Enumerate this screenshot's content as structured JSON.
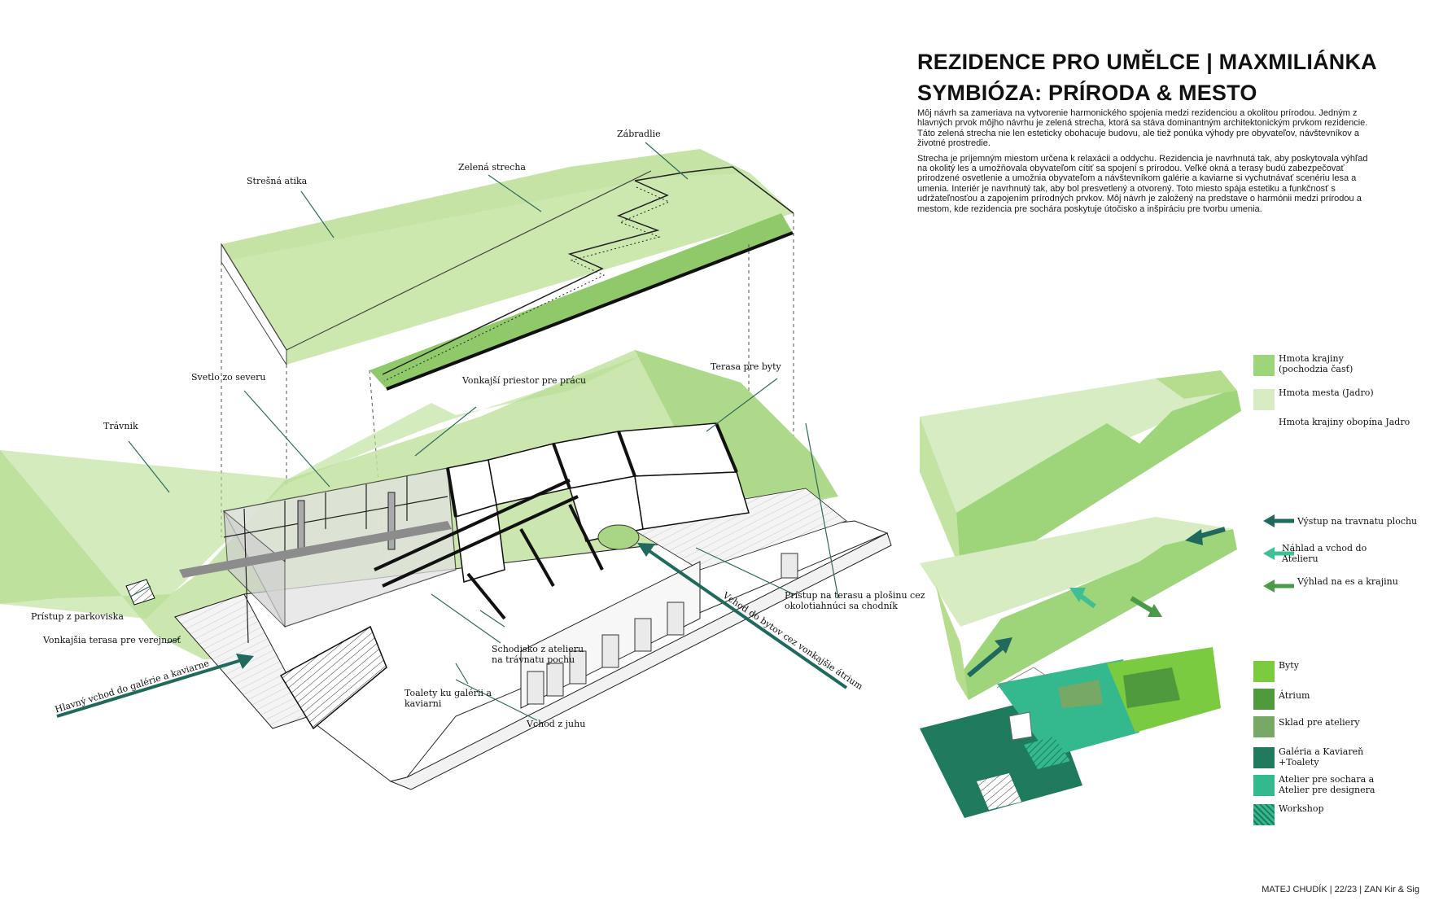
{
  "header": {
    "title_line1": "REZIDENCE PRO UMĚLCE | MAXMILIÁNKA",
    "title_line2": "SYMBIÓZA: PRÍRODA & MESTO"
  },
  "description": {
    "p1": "Môj návrh sa zameriava na vytvorenie harmonického spojenia medzi rezidenciou a okolitou prírodou. Jedným z hlavných prvok môjho návrhu je zelená strecha, ktorá sa stáva dominantným architektonickým prvkom rezidencie. Táto zelená strecha nie len esteticky obohacuje budovu, ale tiež ponúka výhody pre obyvateľov, návštevníkov a životné prostredie.",
    "p2": "Strecha je príjemným miestom určena k relaxácii a oddychu. Rezidencia je navrhnutá tak, aby poskytovala výhľad na okolitý les a umožňovala obyvateľom cítiť sa spojení s prírodou. Veľké okná a terasy budú zabezpečovať prirodzené osvetlenie a umožnia obyvateľom a návštevníkom galérie a kaviarne si vychutnávať scenériu lesa a umenia. Interiér je navrhnutý tak, aby bol presvetlený a otvorený. Toto miesto spája estetiku a funkčnosť s udržateľnosťou a zapojením prírodných prvkov. Môj návrh je založený na predstave o harmónii medzi prírodou a mestom, kde rezidencia pre sochára poskytuje útočisko a inšpiráciu pre tvorbu umenia."
  },
  "annotations": {
    "zabradlie": "Zábradlie",
    "zelena_strecha": "Zelená strecha",
    "stresna_atika": "Strešná atika",
    "terasa_pre_byty": "Terasa pre byty",
    "vonkajsi_priestor": "Vonkajší priestor pre prácu",
    "svetlo_zo_severu": "Svetlo zo severu",
    "travnik": "Trávnik",
    "pristup_z_parkoviska": "Prístup z parkoviska",
    "vonkajsia_terasa": "Vonkajšia terasa pre verejnosť",
    "hlavny_vchod": "Hlavný vchod do galérie a kaviarne",
    "vchod_do_bytov": "Vchod do bytov cez vonkajšie átrium",
    "pristup_na_terasu_1": "Prístup na terasu a plošinu cez",
    "pristup_na_terasu_2": "okolotiahnúci sa chodník",
    "schodisko_1": "Schodisko z atelieru",
    "schodisko_2": "na trávnatu pochu",
    "toalety_1": "Toalety ku galérii a",
    "toalety_2": "kaviarni",
    "vchod_z_juhu": "Vchod z juhu"
  },
  "legend_mass": [
    {
      "label_1": "Hmota krajiny",
      "label_2": "(pochodzia časť)",
      "color": "#9fd57a"
    },
    {
      "label_1": "Hmota mesta (Jadro)",
      "label_2": "",
      "color": "#d7ecc3"
    },
    {
      "label_1": "Hmota krajiny obopína Jadro",
      "label_2": "",
      "color": ""
    }
  ],
  "legend_arrows": [
    {
      "label_1": "Výstup na travnatu plochu",
      "label_2": "",
      "color": "#1f6a5c"
    },
    {
      "label_1": "Náhlad a vchod do",
      "label_2": "Atelieru",
      "color": "#3fbf94"
    },
    {
      "label_1": "Výhlad na es a krajinu",
      "label_2": "",
      "color": "#4a9a4a"
    }
  ],
  "legend_program": [
    {
      "label_1": "Byty",
      "label_2": "",
      "color": "#7acb3f"
    },
    {
      "label_1": "Átrium",
      "label_2": "",
      "color": "#4e9a3d"
    },
    {
      "label_1": "Sklad pre ateliery",
      "label_2": "",
      "color": "#78a866"
    },
    {
      "label_1": "Galéria a Kaviareň",
      "label_2": "+Toalety",
      "color": "#1f7a5e"
    },
    {
      "label_1": "Atelier pre sochara a",
      "label_2": "Atelier pre designera",
      "color": "#34b88e"
    },
    {
      "label_1": "Workshop",
      "label_2": "",
      "color": "#2aa37a"
    }
  ],
  "footer": {
    "credit": "MATEJ CHUDÍK | 22/23 | ZAN Kir & Sig"
  }
}
